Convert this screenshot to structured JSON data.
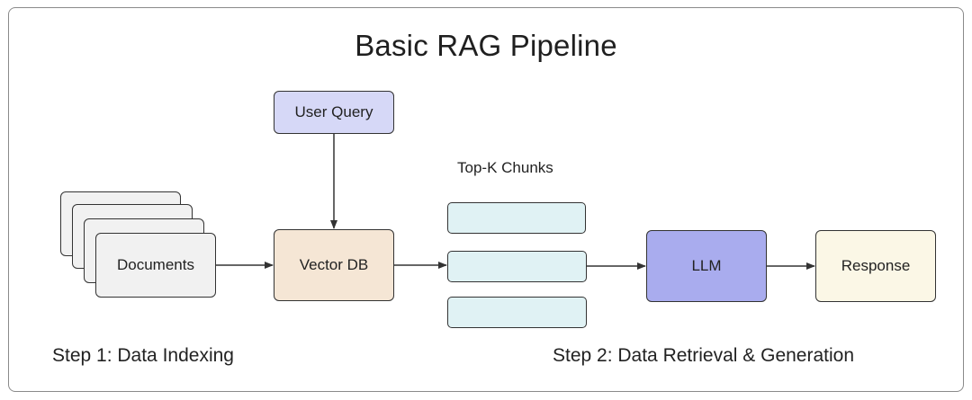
{
  "title": "Basic RAG Pipeline",
  "nodes": {
    "user_query": "User Query",
    "documents": "Documents",
    "vector_db": "Vector DB",
    "llm": "LLM",
    "response": "Response"
  },
  "chunks_label": "Top-K Chunks",
  "step_labels": {
    "indexing": "Step 1: Data Indexing",
    "retrieval": "Step 2: Data Retrieval & Generation"
  },
  "colors": {
    "user_query": "#d6d8f7",
    "documents": "#f1f1f1",
    "vector_db": "#f5e6d5",
    "chunks": "#e0f2f4",
    "llm": "#a9acee",
    "response": "#fbf7e6"
  }
}
